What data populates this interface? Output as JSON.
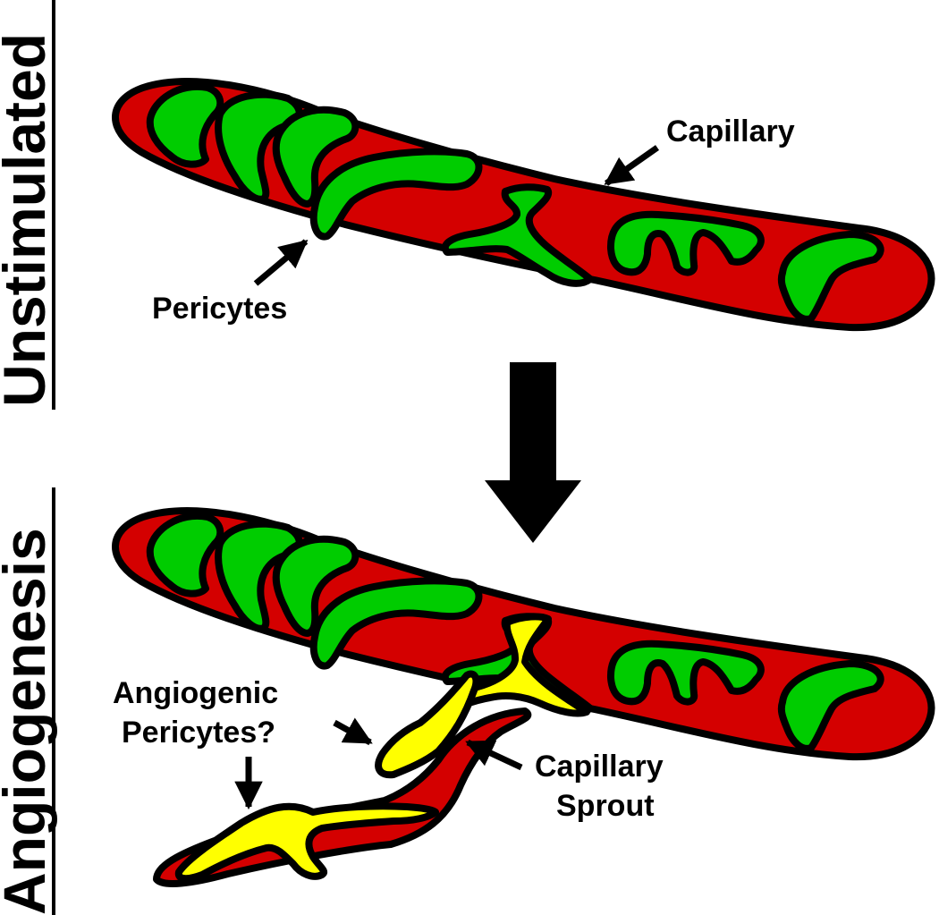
{
  "section_labels": {
    "top": "Unstimulated",
    "bottom": "Angiogenesis"
  },
  "callouts": {
    "capillary": "Capillary",
    "pericytes": "Pericytes",
    "angiogenic_line1": "Angiogenic",
    "angiogenic_line2": "Pericytes?",
    "sprout_line1": "Capillary",
    "sprout_line2": "Sprout"
  },
  "colors": {
    "capillary": "#d40000",
    "pericyte": "#00cc00",
    "angiogenic_pericyte": "#ffff00",
    "outline": "#000000"
  }
}
